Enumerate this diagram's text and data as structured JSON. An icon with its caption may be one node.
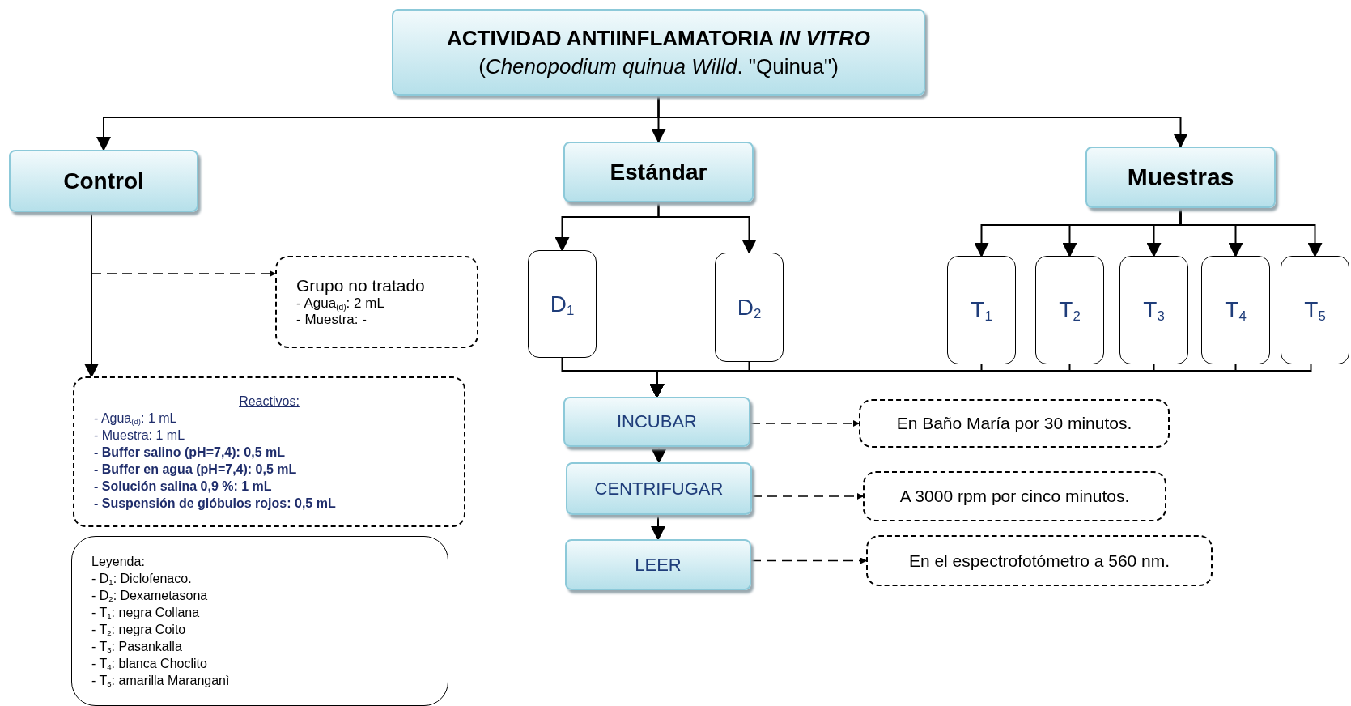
{
  "diagram": {
    "nodes": [
      {
        "text": [
          "ACTIVIDAD ANTIINFLAMATORIA *IN VITRO*",
          "(*Chenopodium quinua Willd*. \"Quinua\")"
        ]
      },
      {
        "text": [
          "Control"
        ]
      },
      {
        "text": [
          "Estándar"
        ]
      },
      {
        "text": [
          "Muestras"
        ]
      },
      {
        "text": [
          "Grupo no tratado",
          "- Agua$_{(d)}$: 2 mL",
          "- Muestra: -"
        ]
      },
      {
        "text": [
          "D$_{1}$"
        ]
      },
      {
        "text": [
          "D$_{2}$"
        ]
      },
      {
        "text": [
          "T$_{1}$"
        ]
      },
      {
        "text": [
          "T$_{2}$"
        ]
      },
      {
        "text": [
          "T$_{3}$"
        ]
      },
      {
        "text": [
          "T$_{4}$"
        ]
      },
      {
        "text": [
          "T$_{5}$"
        ]
      },
      {
        "text": [
          "Reactivos:",
          "- Agua$_{(d)}$: 1 mL",
          "- Muestra: 1 mL",
          "- Buffer salino (pH=7,4): 0,5 mL",
          "- Buffer en agua (pH=7,4): 0,5 mL",
          "- Solución salina 0,9 %: 1 mL",
          "- Suspensión de glóbulos rojos: 0,5 mL"
        ]
      },
      {
        "text": [
          "INCUBAR"
        ]
      },
      {
        "text": [
          "CENTRIFUGAR"
        ]
      },
      {
        "text": [
          "LEER"
        ]
      },
      {
        "text": [
          "En Baño María por 30 minutos."
        ]
      },
      {
        "text": [
          "A 3000 rpm por cinco minutos."
        ]
      },
      {
        "text": [
          "En el espectrofotómetro a 560 nm."
        ]
      },
      {
        "text": [
          "Leyenda:",
          "- D$_{1}$: Diclofenaco.",
          "- D$_{2}$: Dexametasona",
          "- T$_{1}$: negra Collana",
          "- T$_{2}$: negra Coito",
          "- T$_{3}$: Pasankalla",
          "- T$_{4}$: blanca Choclito",
          "- T$_{5}$: amarilla Maranganì"
        ]
      }
    ],
    "edges": [
      {
        "from": 0,
        "to": 1,
        "arrow": "to"
      },
      {
        "from": 0,
        "to": 2,
        "arrow": "to"
      },
      {
        "from": 0,
        "to": 3,
        "arrow": "to"
      },
      {
        "from": 2,
        "to": 5,
        "arrow": "to"
      },
      {
        "from": 2,
        "to": 6,
        "arrow": "to"
      },
      {
        "from": 3,
        "to": 7,
        "arrow": "to"
      },
      {
        "from": 3,
        "to": 8,
        "arrow": "to"
      },
      {
        "from": 3,
        "to": 9,
        "arrow": "to"
      },
      {
        "from": 3,
        "to": 10,
        "arrow": "to"
      },
      {
        "from": 3,
        "to": 11,
        "arrow": "to"
      },
      {
        "from": 1,
        "to": 4,
        "arrow": "to",
        "style": "dashed"
      },
      {
        "from": 1,
        "to": 12,
        "arrow": "to"
      },
      {
        "from": 5,
        "to": 13,
        "arrow": "to"
      },
      {
        "from": 6,
        "to": 13,
        "arrow": "to"
      },
      {
        "from": 7,
        "to": 13,
        "arrow": "to"
      },
      {
        "from": 8,
        "to": 13,
        "arrow": "to"
      },
      {
        "from": 9,
        "to": 13,
        "arrow": "to"
      },
      {
        "from": 10,
        "to": 13,
        "arrow": "to"
      },
      {
        "from": 11,
        "to": 13,
        "arrow": "to"
      },
      {
        "from": 13,
        "to": 14,
        "arrow": "to"
      },
      {
        "from": 14,
        "to": 15,
        "arrow": "to"
      },
      {
        "from": 13,
        "to": 16,
        "arrow": "to",
        "style": "dashed"
      },
      {
        "from": 14,
        "to": 17,
        "arrow": "to",
        "style": "dashed"
      },
      {
        "from": 15,
        "to": 18,
        "arrow": "to",
        "style": "dashed"
      }
    ]
  }
}
